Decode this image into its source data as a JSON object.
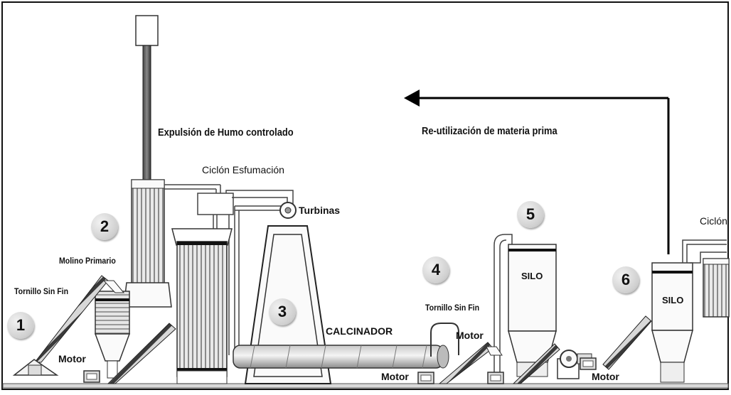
{
  "labels": {
    "smoke": "Expulsión de Humo  controlado",
    "reuse": "Re-utilización de materia prima",
    "cyclone_esf": "Ciclón Esfumación",
    "turbines": "Turbinas",
    "mill": "Molino Primario",
    "screw1": "Tornillo Sin Fin",
    "screw2": "Tornillo Sin Fin",
    "calciner": "CALCINADOR",
    "silo5": "SILO",
    "silo6": "SILO",
    "cyclone_right": "Ciclón",
    "motor1": "Motor",
    "motor2": "Motor",
    "motor3": "Motor",
    "motor4": "Motor"
  },
  "steps": [
    "1",
    "2",
    "3",
    "4",
    "5",
    "6"
  ]
}
